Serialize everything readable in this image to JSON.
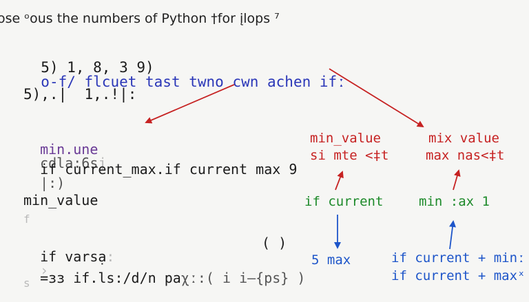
{
  "title": "ose ᵒous the numbers of Python †for įlops ⁷",
  "lines": {
    "l1_main": "5) 1, 8, 3 9)",
    "l1_desc": "o-f/ flcuet tast twno cwn achen ifː",
    "l2": "5),.|  1,.!|:",
    "l3_a": "min.une",
    "l3_b": "cdla:6s",
    "l3_c": "j",
    "l4_a": "if current_max.",
    "l4_b": "if current max 9",
    "l4_c": "|:)",
    "l5": "min_value",
    "l6": "f",
    "l7_a": "if varsa",
    "l7_b": "̣:",
    "l7_c": "›",
    "l7_d": "( )",
    "l8_a": "=зз if.ls:/d/n pa",
    "l8_b": "χː:( i i—{ps} )",
    "l9": "s"
  },
  "notes": {
    "left_top_1": "min_value",
    "left_top_2": "si mte <‡t",
    "left_mid": "if current",
    "left_bot": "5 max",
    "right_top_1": "mix value",
    "right_top_2": "max nas<‡t",
    "right_mid": "min :ax 1",
    "right_bot_1": "if current + minː",
    "right_bot_2": "if current + maxˣ"
  },
  "colors": {
    "red": "#c62222",
    "green": "#1d8a2a",
    "blue": "#1d55c9",
    "purple": "#6a3b96",
    "navy": "#2b37b8"
  }
}
